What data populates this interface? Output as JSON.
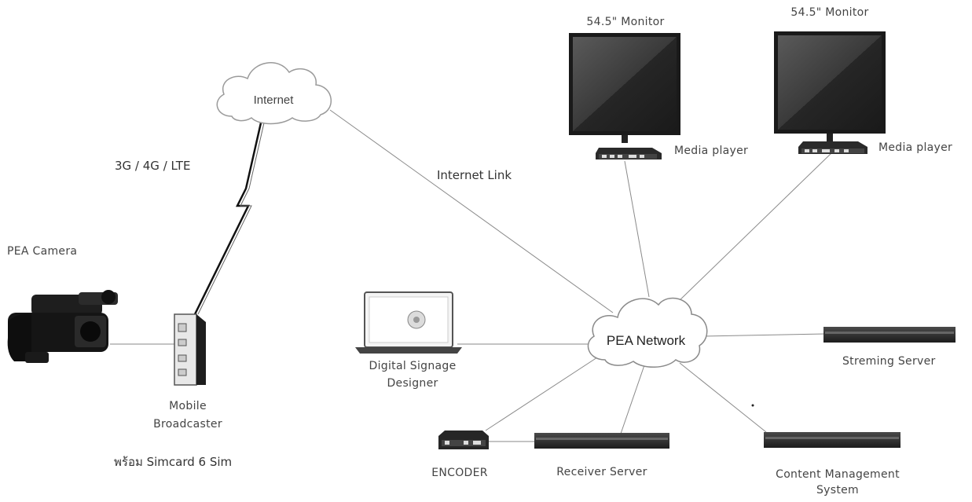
{
  "diagram": {
    "nodes": {
      "internet": {
        "label": "Internet"
      },
      "pea_network": {
        "label": "PEA Network"
      },
      "monitor_1": {
        "label": "54.5\" Monitor"
      },
      "monitor_2": {
        "label": "54.5\" Monitor"
      },
      "media_player_1": {
        "label": "Media player"
      },
      "media_player_2": {
        "label": "Media player"
      },
      "pea_camera": {
        "label": "PEA Camera"
      },
      "mobile_broadcaster": {
        "label_line1": "Mobile",
        "label_line2": "Broadcaster"
      },
      "digital_signage": {
        "label_line1": "Digital Signage",
        "label_line2": "Designer"
      },
      "streaming_server": {
        "label": "Streming Server"
      },
      "encoder": {
        "label": "ENCODER"
      },
      "receiver_server": {
        "label": "Receiver Server"
      },
      "cms": {
        "label_line1": "Content Management",
        "label_line2": "System"
      }
    },
    "links": {
      "cellular": "3G / 4G / LTE",
      "internet_link": "Internet Link"
    },
    "note": "พร้อม Simcard 6 Sim"
  }
}
